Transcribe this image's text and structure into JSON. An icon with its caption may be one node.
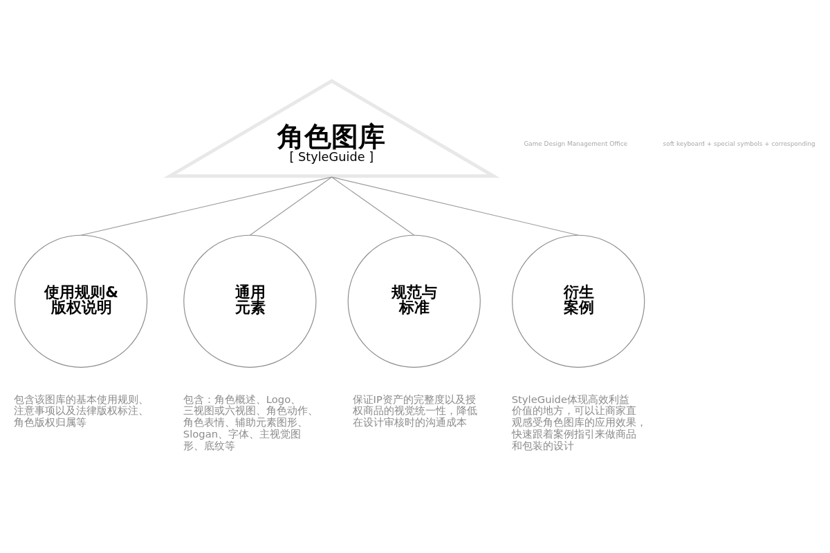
{
  "diagram": {
    "nodes": [
      {
        "text": [
          "角色图库",
          "[ StyleGuide ]"
        ]
      },
      {
        "text": [
          "使用规则&版权说明"
        ],
        "beside": [
          "包含该图库的基本使用规则、注意事项以及法律版权标注、角色版权归属等"
        ]
      },
      {
        "text": [
          "通用元素"
        ],
        "beside": [
          "包含：角色概述、Logo、三视图或六视图、角色动作、角色表情、辅助元素图形、Slogan、字体、主视觉图形、底纹等"
        ]
      },
      {
        "text": [
          "规范与标准"
        ],
        "beside": [
          "保证IP资产的完整度以及授权商品的视觉统一性，降低在设计审核时的沟通成本"
        ]
      },
      {
        "text": [
          "衍生案例"
        ],
        "beside": [
          "StyleGuide体现高效利益价值的地方，可以让商家直观感受角色图库的应用效果，快速跟着案例指引来做商品和包装的设计"
        ]
      }
    ],
    "edges": [
      {
        "from": 0,
        "to": 1,
        "arrow": "none"
      },
      {
        "from": 0,
        "to": 2,
        "arrow": "none"
      },
      {
        "from": 0,
        "to": 3,
        "arrow": "none"
      },
      {
        "from": 0,
        "to": 4,
        "arrow": "none"
      }
    ],
    "labels": [
      "Game Design Management Office",
      "soft keyboard + special symbols + corresponding"
    ]
  }
}
